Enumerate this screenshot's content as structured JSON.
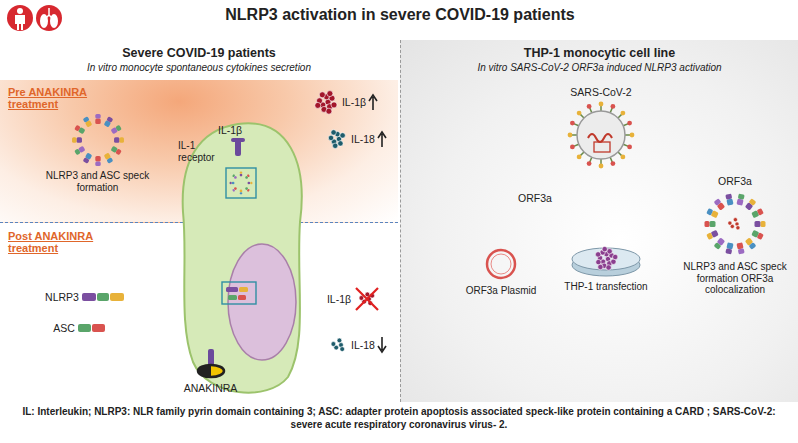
{
  "diagram": {
    "title": "NLRP3 activation in severe COVID-19 patients",
    "caption": "IL: Interleukin; NLRP3: NLR family pyrin domain containing 3; ASC: adapter protein apoptosis associated speck-like protein containing a CARD ; SARS-CoV-2: severe acute respiratory coronavirus virus- 2.",
    "nodes": [
      {
        "text": [
          "Severe COVID-19 patients",
          "In vitro monocyte spontaneous cytokines secretion"
        ]
      },
      {
        "text": [
          "Pre ANAKINRA treatment"
        ],
        "in": 0
      },
      {
        "text": [
          "NLRP3 and ASC speck formation"
        ],
        "in": 1
      },
      {
        "text": [
          "IL-1β",
          "IL-1 receptor"
        ],
        "in": 0
      },
      {
        "text": [
          "IL-1β"
        ],
        "in": 1
      },
      {
        "text": [
          "IL-18"
        ],
        "in": 1
      },
      {
        "text": [
          "NLRP3"
        ],
        "in": 0
      },
      {
        "text": [
          "ASC"
        ],
        "in": 0
      },
      {
        "text": [
          "ANAKINRA"
        ],
        "in": 0
      },
      {
        "text": [
          "IL-1β"
        ],
        "in": 0
      },
      {
        "text": [
          "IL-18"
        ],
        "in": 0
      },
      {
        "text": [
          "THP-1 monocytic cell line",
          "In vitro SARS-CoV-2 ORF3a induced NLRP3 activation"
        ]
      },
      {
        "text": [
          "SARS-CoV-2"
        ],
        "in": 11
      },
      {
        "text": [
          "ORF3a"
        ],
        "in": 11
      },
      {
        "text": [
          "ORF3a Plasmid"
        ],
        "in": 11
      },
      {
        "text": [
          "THP-1 transfection"
        ],
        "in": 11
      },
      {
        "text": [
          "ORF3a",
          "NLRP3 and ASC speck formation ORF3a colocalization"
        ],
        "in": 11
      }
    ],
    "edges": [
      {
        "from": 3,
        "to": 2,
        "arrow": "to"
      },
      {
        "from": 3,
        "to": 4,
        "arrow": "to"
      },
      {
        "from": 3,
        "to": 5,
        "arrow": "to"
      },
      {
        "from": 3,
        "to": 6,
        "arrow": "to"
      },
      {
        "from": 3,
        "to": 9,
        "arrow": "to"
      },
      {
        "from": 3,
        "to": 10,
        "arrow": "to"
      },
      {
        "from": 12,
        "to": 13,
        "arrow": "to"
      },
      {
        "from": 14,
        "to": 15,
        "arrow": "to"
      },
      {
        "from": 15,
        "to": 16,
        "arrow": "to"
      }
    ],
    "labels": [
      "Post ANAKINRA treatment"
    ]
  }
}
